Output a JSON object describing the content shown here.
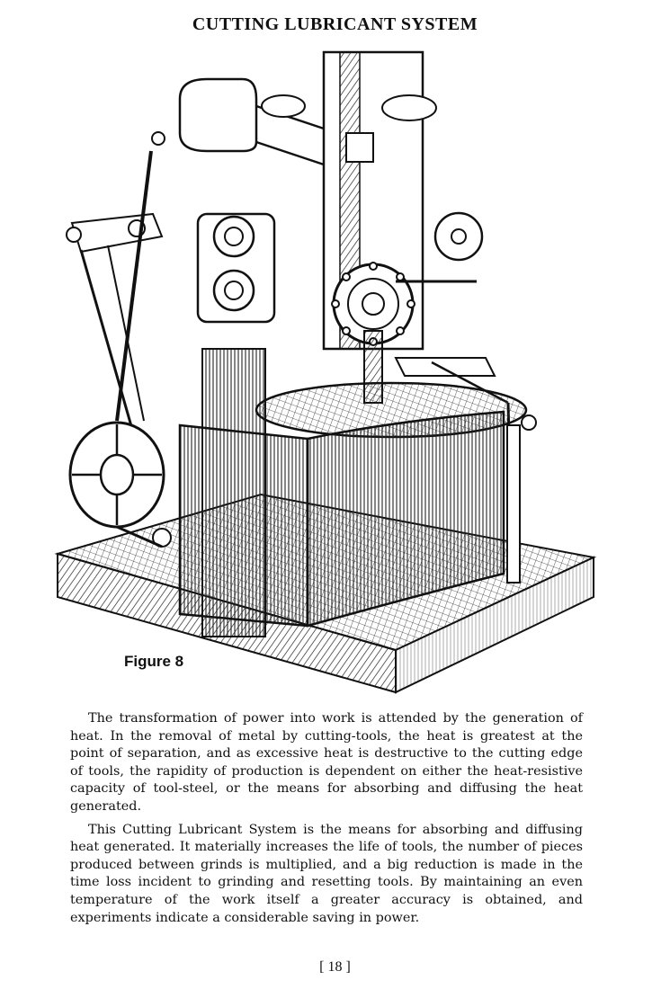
{
  "header": {
    "title": "CUTTING LUBRICANT SYSTEM"
  },
  "figure": {
    "caption": "Figure 8",
    "icon": "vertical-boring-mill-illustration"
  },
  "body": {
    "paragraphs": [
      "The transformation of power into work is attended by the generation of heat. In the removal of metal by cutting-tools, the heat is greatest at the point of separation, and as excessive heat is destructive to the cutting edge of tools, the rapidity of production is dependent on either the heat-resistive capacity of tool-steel, or the means for absorbing and diffusing the heat generated.",
      "This Cutting Lubricant System is the means for absorbing and diffusing heat generated. It materially increases the life of tools, the number of pieces produced between grinds is multiplied, and a big reduction is made in the time loss incident to grinding and resetting tools. By maintaining an even temperature of the work itself a greater accuracy is obtained, and experiments indicate a considerable saving in power."
    ]
  },
  "footer": {
    "page_number": "[ 18 ]"
  }
}
